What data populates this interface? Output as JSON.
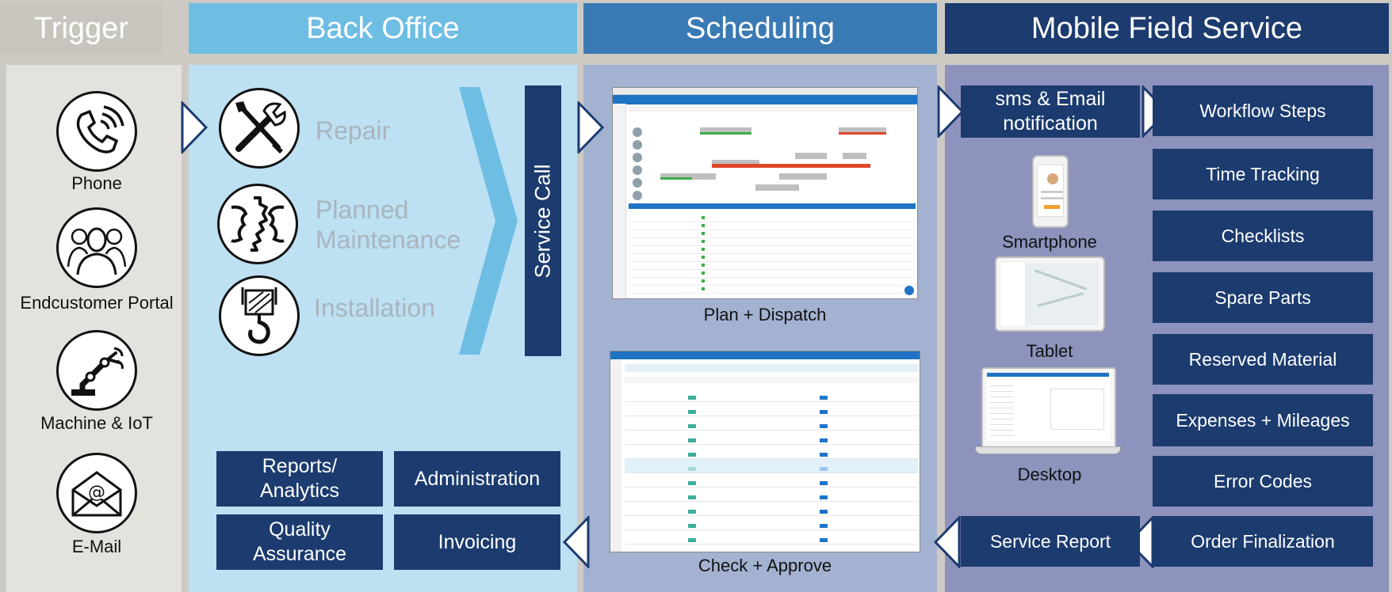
{
  "columns": {
    "trigger": {
      "title": "Trigger",
      "color": "#c8c5bf"
    },
    "back_office": {
      "title": "Back Office",
      "color": "#6ebde3"
    },
    "scheduling": {
      "title": "Scheduling",
      "color": "#3a7ab4"
    },
    "mobile": {
      "title": "Mobile Field Service",
      "color": "#1c3b6f"
    }
  },
  "trigger": {
    "items": [
      {
        "label": "Phone",
        "icon": "phone-icon"
      },
      {
        "label": "Endcustomer Portal",
        "icon": "customers-icon"
      },
      {
        "label": "Machine & IoT",
        "icon": "robot-arm-icon"
      },
      {
        "label": "E-Mail",
        "icon": "envelope-icon"
      }
    ]
  },
  "back_office": {
    "items": [
      {
        "label": "Repair",
        "icon": "tools-icon"
      },
      {
        "label_line1": "Planned",
        "label_line2": "Maintenance",
        "icon": "gears-icon"
      },
      {
        "label": "Installation",
        "icon": "crane-hook-icon"
      }
    ],
    "service_call": "Service Call",
    "boxes": {
      "reports_line1": "Reports/",
      "reports_line2": "Analytics",
      "administration": "Administration",
      "quality_line1": "Quality",
      "quality_line2": "Assurance",
      "invoicing": "Invoicing"
    }
  },
  "scheduling": {
    "plan_caption": "Plan + Dispatch",
    "check_caption": "Check + Approve"
  },
  "mobile": {
    "sms_line1": "sms & Email",
    "sms_line2": "notification",
    "devices": [
      "Smartphone",
      "Tablet",
      "Desktop"
    ],
    "steps": [
      "Workflow Steps",
      "Time Tracking",
      "Checklists",
      "Spare Parts",
      "Reserved Material",
      "Expenses + Mileages",
      "Error Codes",
      "Order Finalization"
    ],
    "service_report": "Service Report"
  },
  "colors": {
    "navy": "#1c3b6f",
    "light_blue_panel": "#bde0f3",
    "scheduling_panel": "#a4b2d2",
    "mobile_panel": "#8d93bd",
    "trigger_panel": "#e4e2dd"
  }
}
